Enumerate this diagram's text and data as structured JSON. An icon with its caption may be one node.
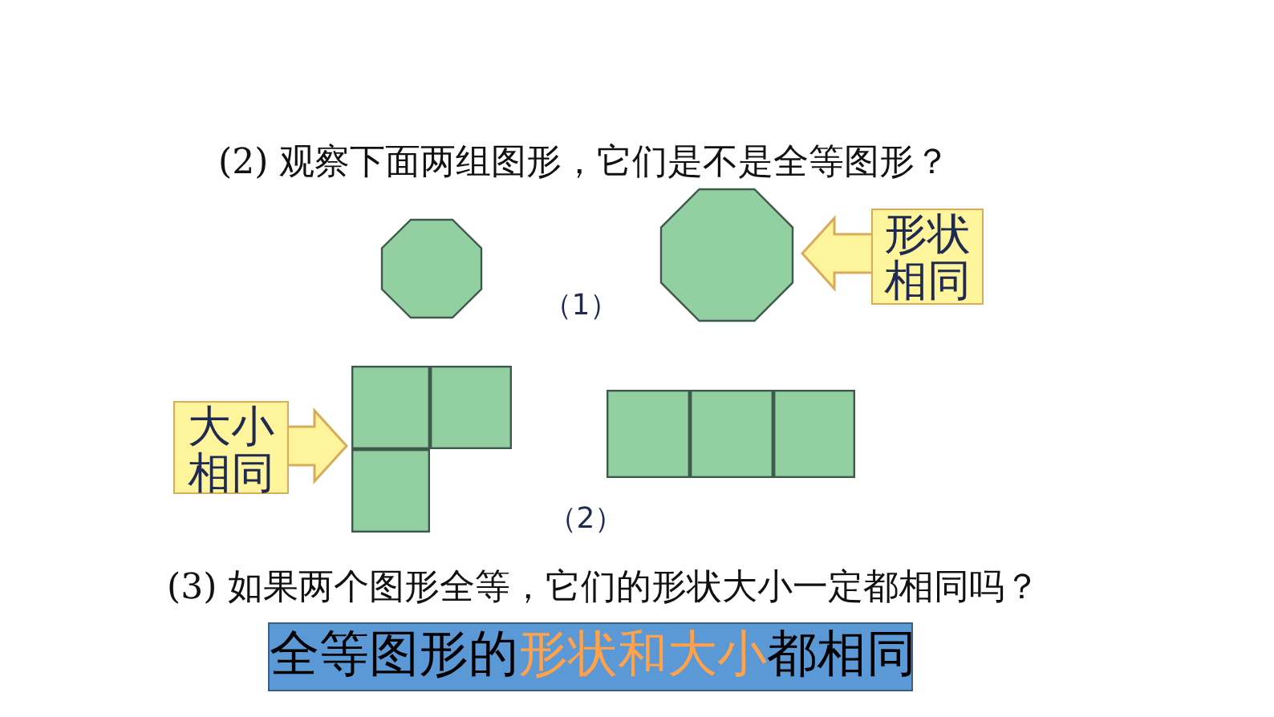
{
  "diagram": {
    "nodes": [
      {
        "text": [],
        "shape": "octagon"
      },
      {
        "text": [],
        "shape": "octagon"
      },
      {
        "text": [
          "形状相同"
        ]
      },
      {
        "text": [
          "大小相同"
        ]
      },
      {
        "text": [],
        "shape": "box"
      },
      {
        "text": [],
        "shape": "box"
      },
      {
        "text": [
          "全等图形的**形状和大小**都相同"
        ]
      }
    ],
    "edges": [
      {
        "from": 2,
        "to": 1,
        "arrow": "to"
      },
      {
        "from": 3,
        "to": 4,
        "arrow": "to"
      }
    ],
    "labels": [
      "(2) 观察下面两组图形，它们是不是全等图形？",
      "（1）",
      "（2）",
      "(3) 如果两个图形全等，它们的形状大小一定都相同吗？"
    ]
  }
}
